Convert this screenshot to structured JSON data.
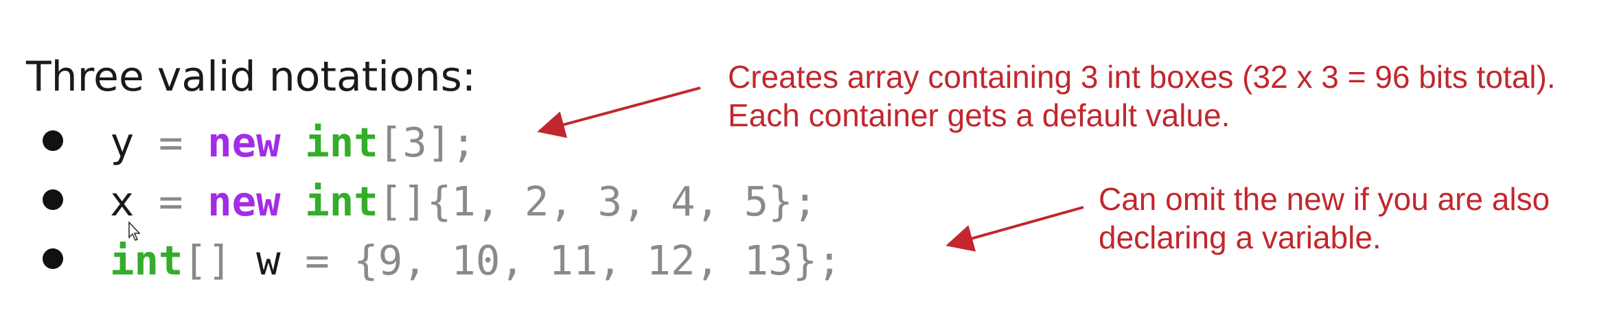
{
  "slide": {
    "heading": "Three valid notations:",
    "code_lines": [
      {
        "tokens": [
          {
            "text": "y",
            "kind": "id"
          },
          {
            "text": " = ",
            "kind": "op"
          },
          {
            "text": "new",
            "kind": "kw"
          },
          {
            "text": " ",
            "kind": "op"
          },
          {
            "text": "int",
            "kind": "ty"
          },
          {
            "text": "[3];",
            "kind": "op"
          }
        ]
      },
      {
        "tokens": [
          {
            "text": "x",
            "kind": "id"
          },
          {
            "text": " = ",
            "kind": "op"
          },
          {
            "text": "new",
            "kind": "kw"
          },
          {
            "text": " ",
            "kind": "op"
          },
          {
            "text": "int",
            "kind": "ty"
          },
          {
            "text": "[]{1, 2, 3, 4, 5};",
            "kind": "op"
          }
        ]
      },
      {
        "tokens": [
          {
            "text": "int",
            "kind": "ty"
          },
          {
            "text": "[] ",
            "kind": "op"
          },
          {
            "text": "w",
            "kind": "id"
          },
          {
            "text": " = {9, 10, 11, 12, 13};",
            "kind": "op"
          }
        ]
      }
    ],
    "annotations": [
      {
        "line1": "Creates array containing 3 int boxes (32 x 3 = 96 bits total).",
        "line2": "Each container gets a default value."
      },
      {
        "line1": "Can omit the new if you are also",
        "line2": "declaring a variable."
      }
    ]
  },
  "colors": {
    "keyword_new": "#a32ce6",
    "keyword_type": "#34ad2a",
    "annotation": "#c1272d",
    "punctuation": "#8a8a8a",
    "text": "#1a1a1a"
  },
  "icons": {
    "bullet": "bullet-dot-icon",
    "arrow": "arrow-left-icon",
    "cursor": "mouse-pointer-icon"
  }
}
